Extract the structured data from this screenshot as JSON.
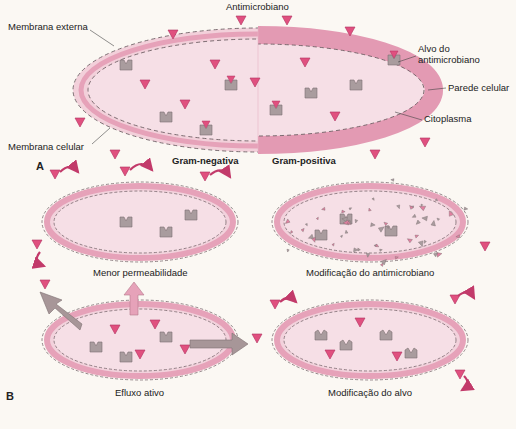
{
  "diagram": {
    "labels": [
      "Antimicrobiano",
      "Membrana externa",
      "Alvo do antimicrobiano",
      "Parede celular",
      "Citoplasma",
      "Membrana celular",
      "Gram-negativa",
      "Gram-positiva",
      "A",
      "Menor permeabilidade",
      "Modificação do antimicrobiano",
      "Efluxo ativo",
      "Modificação do alvo",
      "B"
    ]
  }
}
